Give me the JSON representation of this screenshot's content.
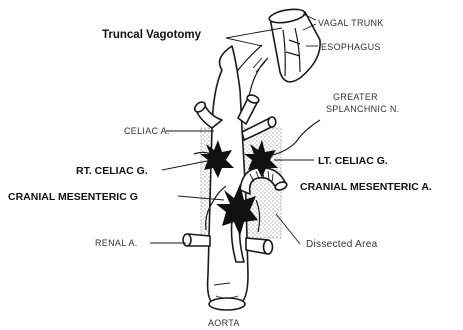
{
  "figure": {
    "labels": {
      "truncal_vagotomy": "Truncal Vagotomy",
      "vagal_trunk": "VAGAL TRUNK",
      "esophagus": "ESOPHAGUS",
      "greater_splanchnic_line1": "GREATER",
      "greater_splanchnic_line2": "SPLANCHNIC N.",
      "celiac_a": "CELIAC A.",
      "rt_celiac_g": "RT. CELIAC G.",
      "lt_celiac_g": "LT. CELIAC G.",
      "cranial_mesenteric_a": "CRANIAL MESENTERIC A.",
      "cranial_mesenteric_g": "CRANIAL MESENTERIC G",
      "renal_a": "RENAL A.",
      "dissected_area": "Dissected Area",
      "aorta": "AORTA"
    }
  }
}
